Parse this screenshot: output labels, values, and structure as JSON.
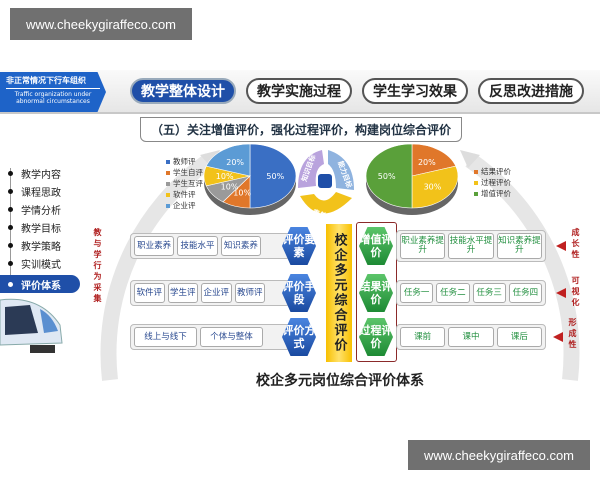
{
  "watermark": {
    "text": "www.cheekygiraffeco.com"
  },
  "banner": {
    "title": "非正常情况下行车组织",
    "subtitle": "Traffic organization under abnormal circumstances"
  },
  "tabs": [
    {
      "label": "教学整体设计",
      "active": true
    },
    {
      "label": "教学实施过程"
    },
    {
      "label": "学生学习效果"
    },
    {
      "label": "反思改进措施"
    }
  ],
  "subtitle": "（五）关注增值评价，强化过程评价，构建岗位综合评价",
  "sidebar": {
    "items": [
      {
        "label": "教学内容"
      },
      {
        "label": "课程思政"
      },
      {
        "label": "学情分析"
      },
      {
        "label": "教学目标"
      },
      {
        "label": "教学策略"
      },
      {
        "label": "实训模式"
      },
      {
        "label": "评价体系",
        "active": true
      }
    ]
  },
  "pie_left": {
    "legend": [
      "教师评",
      "学生自评",
      "学生互评",
      "软件评",
      "企业评"
    ],
    "slices": [
      {
        "label": "教师评",
        "value": 50,
        "color": "#3a6fc4"
      },
      {
        "label": "学生自评",
        "value": 10,
        "color": "#e0772a"
      },
      {
        "label": "学生互评",
        "value": 10,
        "color": "#9a9a9a"
      },
      {
        "label": "软件评",
        "value": 10,
        "color": "#f2c21a"
      },
      {
        "label": "企业评",
        "value": 20,
        "color": "#5b9bd5"
      }
    ]
  },
  "pie_right": {
    "legend": [
      "结果评价",
      "过程评价",
      "增值评价"
    ],
    "slices": [
      {
        "label": "结果评价",
        "value": 20,
        "color": "#e0772a"
      },
      {
        "label": "过程评价",
        "value": 30,
        "color": "#f2c21a"
      },
      {
        "label": "增值评价",
        "value": 50,
        "color": "#5aa03a"
      }
    ]
  },
  "cycle": {
    "items": [
      "知识目标",
      "能力目标",
      "素养目标"
    ]
  },
  "center_band": "校企多元综合评价",
  "rows": [
    {
      "left": [
        "职业素养",
        "技能水平",
        "知识素养"
      ],
      "blue": "评价要素",
      "green": "增值评价",
      "right": [
        "职业素养提升",
        "技能水平提升",
        "知识素养提升"
      ],
      "side": "成长性"
    },
    {
      "left": [
        "软件评",
        "学生评",
        "企业评",
        "教师评"
      ],
      "blue": "评价手段",
      "green": "结果评价",
      "right": [
        "任务一",
        "任务二",
        "任务三",
        "任务四"
      ],
      "side": "可视化"
    },
    {
      "left": [
        "线上与线下",
        "个体与整体"
      ],
      "blue": "评价方式",
      "green": "过程评价",
      "right": [
        "课前",
        "课中",
        "课后"
      ],
      "side": "形成性"
    }
  ],
  "left_arc_text": "教与学行为采集",
  "footer_title": "校企多元岗位综合评价体系"
}
